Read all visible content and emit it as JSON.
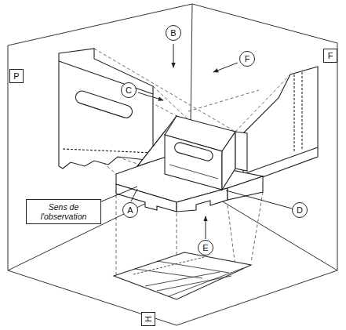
{
  "diagram": {
    "nodes": [
      {
        "text": [
          "P"
        ]
      },
      {
        "text": [
          "F"
        ]
      },
      {
        "text": [
          "B"
        ]
      },
      {
        "text": [
          "C"
        ]
      },
      {
        "text": [
          "F"
        ]
      },
      {
        "text": [
          "Sens de l'observation"
        ]
      },
      {
        "text": [
          "A"
        ]
      },
      {
        "text": [
          "D"
        ]
      },
      {
        "text": [
          "E"
        ]
      },
      {
        "text": [
          "H"
        ]
      }
    ]
  }
}
